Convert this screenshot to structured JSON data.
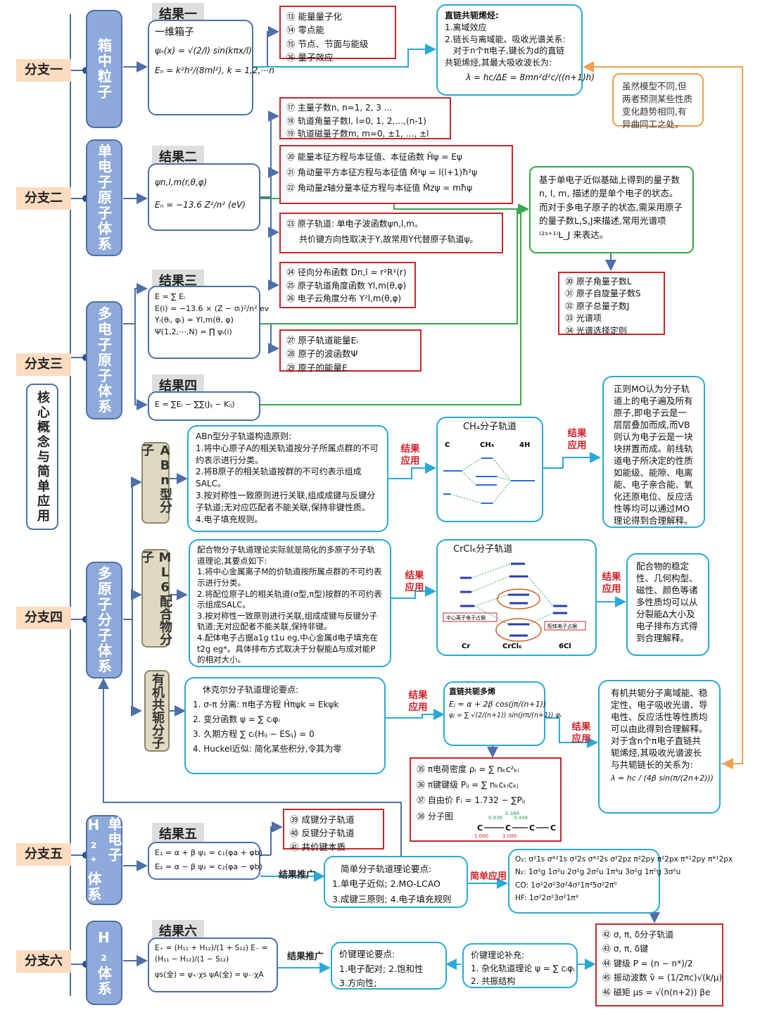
{
  "core": "核心概念与简单应用",
  "branches": [
    "分支一",
    "分支二",
    "分支三",
    "分支四",
    "分支五",
    "分支六"
  ],
  "columns": {
    "c1": "箱中粒子",
    "c2": "单电子原子体系",
    "c3": "多电子原子体系",
    "c4": "多原子分子体系",
    "c5": "单电子H₂⁺体系",
    "c6": "H₂体系"
  },
  "sub": {
    "ab": "ABn型分子",
    "ml": "ML6配合物分子",
    "conj": "有机共轭分子"
  },
  "results": [
    "结果一",
    "结果二",
    "结果三",
    "结果四",
    "结果五",
    "结果六"
  ],
  "r1": {
    "title": "一维箱子",
    "f1": "ψₙ(x) = √(2/l) sin(kπx/l)",
    "f2": "Eₙ = k²h²/(8ml²), k = 1,2,⋯n"
  },
  "r2": {
    "f1": "ψn,l,m(r,θ,φ)",
    "f2": "Eₙ = −13.6 Z²/n² (eV)"
  },
  "r3": {
    "f1": "E = ∑ Eᵢ",
    "f2": "E(i) = −13.6 × (Z − σᵢ)²/n² ev",
    "f3": "Yᵢ(θᵢ, φᵢ) = Yl,m(θ, φ)",
    "f4": "Ψ(1,2,⋯,N) = ∏ ψᵢ(i)"
  },
  "r4": {
    "f1": "E = ∑Eᵢ − ∑∑(Jᵢⱼ − Kᵢⱼ)"
  },
  "r5": {
    "f1": "E₁ = α + β   ψ₁ = c₁(φa + φb)",
    "f2": "E₂ = α − β   ψ₂ = c₂(φa − φb)"
  },
  "r6": {
    "f1": "E₊ = (H₁₁ + H₁₂)/(1 + S₁₂)   E₋ = (H₁₁ − H₁₂)/(1 − S₁₂)",
    "f2": "ψs(全) = ψ₊·χs   ψA(全) = ψ₋·χA"
  },
  "list13": [
    "⑬ 能量量子化",
    "⑭ 零点能",
    "⑮ 节点、节面与能级",
    "⑯ 量子效应"
  ],
  "polyene": {
    "title": "直链共轭烯烃:",
    "lines": [
      "1.离域效应",
      "2.链长与离域能、吸收光谱关系:",
      "对于n个π电子,键长为d的直链",
      "共轭烯烃,其最大吸收波长为:"
    ],
    "formula": "λ = hc/ΔE = 8mn²d²c/((n+1)h)"
  },
  "note_orange": "虽然模型不同,但两者预测某些性质变化趋势相同,有异曲同工之处。",
  "list17": [
    "⑰ 主量子数n, n=1, 2, 3 …",
    "⑱ 轨道角量子数l, l=0, 1, 2,…,(n-1)",
    "⑲ 轨道磁量子数m, m=0, ±1, …, ±l"
  ],
  "list20": [
    "⑳ 能量本征方程与本征值、本征函数 Ĥψ = Eψ",
    "㉑ 角动量平方本征方程与本征值 M̂²ψ = l(l+1)ħ²ψ",
    "㉒ 角动量z轴分量本征方程与本征值 M̂zψ = mħψ"
  ],
  "list23": [
    "㉓ 原子轨道: 单电子波函数ψn,l,m。",
    "共价键方向性取决于Y,故常用Y代替原子轨道ψ。"
  ],
  "list24": [
    "㉔ 径向分布函数 Dn,l = r²R²(r)",
    "㉕ 原子轨道角度函数 Yl,m(θ,φ)",
    "㉖ 电子云角度分布 Y²l,m(θ,φ)"
  ],
  "list27": [
    "㉗ 原子轨道能量Eᵢ",
    "㉘ 原子的波函数Ψ",
    "㉙ 原子的能量E"
  ],
  "green_note": "基于单电子近似基础上得到的量子数n, l, m, 描述的是单个电子的状态。而对于多电子原子的状态,需采用原子的量子数L,S,J来描述,常用光谱项 ⁽²ˢ⁺¹⁾L_J 来表达。",
  "list30": [
    "㉚ 原子角量子数L",
    "㉛ 原子自旋量子数S",
    "㉜ 原子总量子数J",
    "㉝ 光谱项",
    "㉞ 光谱选择定则"
  ],
  "abn_box": {
    "title": "ABn型分子轨道构造原则:",
    "lines": [
      "1.将中心原子A的相关轨道按分子所属点群的不可约表示进行分类。",
      "2.将B原子的相关轨道按群的不可约表示组成SALC。",
      "3.按对称性一致原则进行关联,组成成键与反键分子轨道;无对应匹配者不能关联,保持非键性质。",
      "4.电子填充规则。"
    ]
  },
  "ml_box": {
    "title": "配合物分子轨道理论实际就是简化的多原子分子轨道理论,其要点如下:",
    "lines": [
      "1.将中心金属离子M的价轨道按所属点群的不可约表示进行分类。",
      "2.将配位原子L的相关轨道(σ型,π型)按群的不可约表示组成SALC。",
      "3.按对称性一致原则进行关联,组成成键与反键分子轨道;无对应配者不能关联,保持非键。",
      "4.配体电子占据a1g t1u eg,中心金属d电子填充在t2g eg*。具体排布方式取决于分裂能Δ与成对能P的相对大小。"
    ]
  },
  "huckel_box": {
    "title": "休克尔分子轨道理论要点:",
    "lines": [
      "1. σ-π 分离: π电子方程 Ĥπψk = Ekψk",
      "2. 变分函数  ψ = ∑ cᵢφᵢ",
      "3. 久期方程  ∑ cᵢ(Hᵢⱼ − ESᵢⱼ) = 0",
      "4. Huckel近似: 简化某些积分,令其为零"
    ]
  },
  "ch4": {
    "title": "CH₄分子轨道",
    "labels": [
      "C",
      "CH₄",
      "4H"
    ]
  },
  "crcl6": {
    "title": "CrCl₆分子轨道",
    "labels": [
      "Cr",
      "CrCl₆",
      "6Cl"
    ],
    "tags": [
      "中心离子电子占据",
      "配体电子占据"
    ]
  },
  "mo_note": "正则MO认为分子轨道上的电子遍及所有原子,即电子云是一层层叠加而成,而VB则认为电子云是一块块拼置而成。前线轨道电子所决定的性质如能级、能隙、电离能、电子亲合能、氧化还原电位、反应活性等均可以通过MO理论得到合理解释。",
  "complex_note": "配合物的稳定性、几何构型、磁性、颜色等诸多性质均可以从分裂能Δ大小及电子排布方式得到合理解释。",
  "polyene_box": {
    "title": "直链共轭多烯",
    "f1": "Eⱼ = α + 2β cos(jπ/(n+1))",
    "f2": "ψⱼ = ∑ √(2/(n+1)) sin(jrπ/(n+1)) φᵣ"
  },
  "conj_note": "有机共轭分子离域能、稳定性、电子吸收光谱、导电性、反应活性等性质均可以由此得到合理解释。对于含n个π电子直链共轭烯烃,其吸收光谱波长与共轭链长的关系为:",
  "conj_formula": "λ = hc / (4β sin(π/(2n+2)))",
  "list35": [
    "㉟ π电荷密度  ρᵢ = ∑ nₖc²ₖᵢ",
    "㊱ π键键级  Pᵢⱼ = ∑ nₖcₖᵢcₖⱼ",
    "㊲ 自由价  Fᵢ = 1.732 − ∑Pᵢⱼ",
    "㊳ 分子图"
  ],
  "molgraph": {
    "atoms": [
      "C",
      "C",
      "C",
      "C"
    ],
    "values": [
      "0.836",
      "0.388",
      "1.000",
      "1.000",
      "0.448"
    ]
  },
  "list39": [
    "㊴ 成键分子轨道",
    "㊵ 反键分子轨道",
    "㊶ 共价键本质"
  ],
  "simple_mo": {
    "title": "简单分子轨道理论要点:",
    "l1": "1.单电子近似; 2.MO-LCAO",
    "l2": "3.成键三原则; 4.电子填充规则"
  },
  "configs": [
    "O₂: σ²1s σ*²1s σ²2s σ*²2s σ²2pz π²2py π²2px π*¹2py π*¹2px",
    "N₂: 1σ²g 1σ²u 2σ²g 2σ²u 1π⁴u 3σ²g 1π⁰g 3σ⁰u",
    "CO: 1σ²2σ²3σ²4σ²1π⁴5σ²2π⁰",
    "HF: 1σ²2σ²3σ²1π⁴"
  ],
  "vb_box": {
    "title": "价键理论要点:",
    "l1": "1.电子配对; 2.饱和性",
    "l2": "3.方向性;"
  },
  "vb_sup": {
    "title": "价键理论补充:",
    "l1": "1. 杂化轨道理论 ψ = ∑ cᵢφᵢ",
    "l2": "2. 共振结构"
  },
  "list42": [
    "㊷ σ, π, δ分子轨道",
    "㊸ σ, π, δ键",
    "㊹ 键级  P = (n − n*)/2",
    "㊺ 振动波数  ν̃ = (1/2πc)√(k/μ)",
    "㊻ 磁矩  μs = √(n(n+2)) βe"
  ],
  "edge_labels": {
    "apply": "结果应用",
    "push": "结果推广",
    "simple_apply": "简单应用"
  },
  "colors": {
    "blue_col": "#8eaadb",
    "cyan": "#2aa9d8",
    "red": "#c8262a",
    "green": "#38a84a",
    "orange": "#f0a050"
  }
}
